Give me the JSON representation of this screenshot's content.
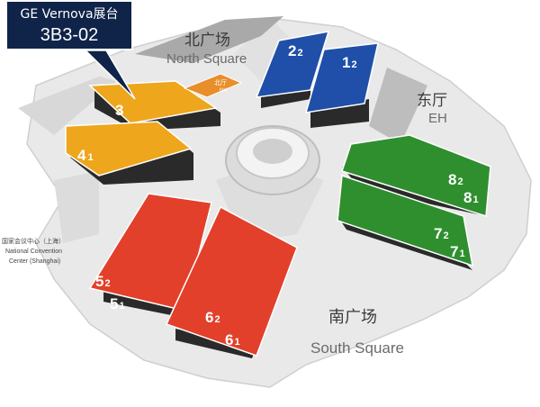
{
  "booth_callout": {
    "exhibitor": "GE Vernova展台",
    "booth_number": "3B3-02"
  },
  "squares": {
    "north_cn": "北广场",
    "north_en": "North Square",
    "south_cn": "南广场",
    "south_en": "South Square",
    "east_cn": "东厅",
    "east_en": "EH",
    "north_hall_cn": "北厅",
    "north_hall_en": "NH"
  },
  "venue": {
    "name_cn": "国家会议中心（上海）",
    "name_en_1": "National Convention",
    "name_en_2": "Center (Shanghai)"
  },
  "halls": {
    "h1": {
      "num": "1",
      "sub": "2"
    },
    "h2": {
      "num": "2",
      "sub": "2"
    },
    "h3": {
      "num": "3",
      "sub": ""
    },
    "h4": {
      "num": "4",
      "sub": "1"
    },
    "h5": {
      "num": "5",
      "sub": "2"
    },
    "h5b": {
      "num": "5",
      "sub": "1"
    },
    "h6": {
      "num": "6",
      "sub": "2"
    },
    "h6b": {
      "num": "6",
      "sub": "1"
    },
    "h7": {
      "num": "7",
      "sub": "2"
    },
    "h7b": {
      "num": "7",
      "sub": "1"
    },
    "h8": {
      "num": "8",
      "sub": "2"
    },
    "h8b": {
      "num": "8",
      "sub": "1"
    }
  },
  "colors": {
    "orange": "#eea61c",
    "blue": "#1f4fa8",
    "green": "#2f8f2f",
    "red": "#e2402a",
    "callout_bg": "#0f2448",
    "building": "#e6e6e6"
  }
}
